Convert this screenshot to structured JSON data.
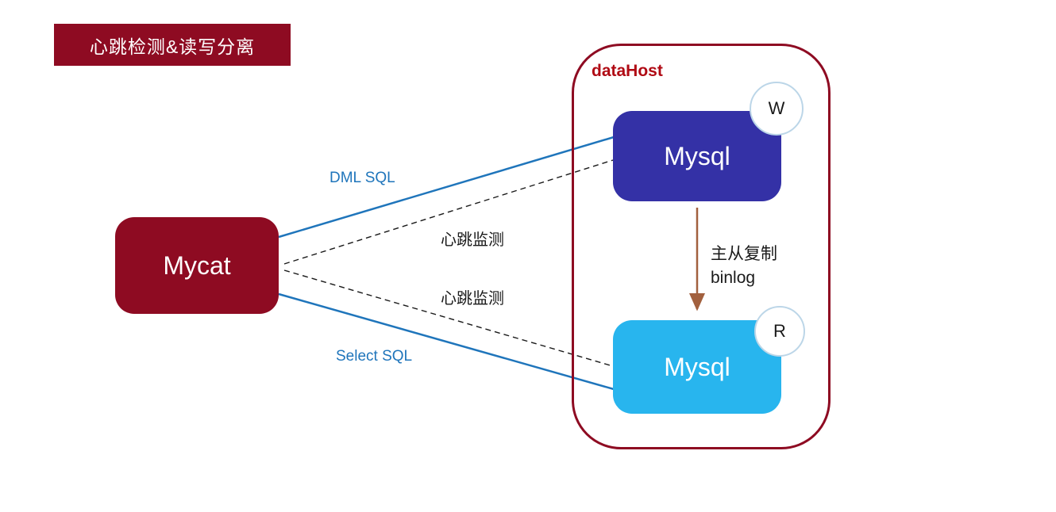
{
  "title": "心跳检测&读写分离",
  "mycat": {
    "label": "Mycat"
  },
  "datahost": {
    "label": "dataHost",
    "master": {
      "label": "Mysql",
      "badge": "W"
    },
    "slave": {
      "label": "Mysql",
      "badge": "R"
    }
  },
  "edges": {
    "dml_sql": "DML SQL",
    "select_sql": "Select SQL",
    "heartbeat_upper": "心跳监测",
    "heartbeat_lower": "心跳监测",
    "replication_line1": "主从复制",
    "replication_line2": "binlog"
  },
  "colors": {
    "dark_red": "#8e0b22",
    "datahost_label_red": "#b00a14",
    "master_blue": "#3431a6",
    "slave_blue": "#28b5ee",
    "line_blue": "#1f75bb",
    "arrow_brown": "#a2603e",
    "badge_border": "#bcd6e8"
  }
}
